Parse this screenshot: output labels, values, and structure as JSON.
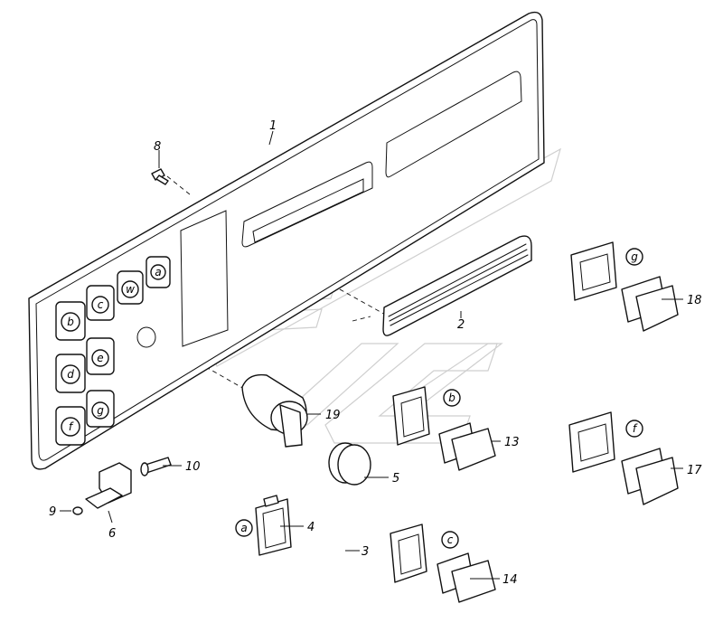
{
  "callouts": {
    "c1": "1",
    "c2": "2",
    "c3": "3",
    "c4": "4",
    "c5": "5",
    "c6": "6",
    "c8": "8",
    "c9": "9",
    "c10": "10",
    "c13": "13",
    "c14": "14",
    "c17": "17",
    "c18": "18",
    "c19": "19"
  },
  "panel_buttons": {
    "a": "a",
    "w": "w",
    "c": "c",
    "b": "b",
    "e": "e",
    "d": "d",
    "g": "g",
    "f": "f"
  },
  "detail_letters": {
    "g": "g",
    "b": "b",
    "f": "f",
    "a": "a",
    "c": "c"
  }
}
